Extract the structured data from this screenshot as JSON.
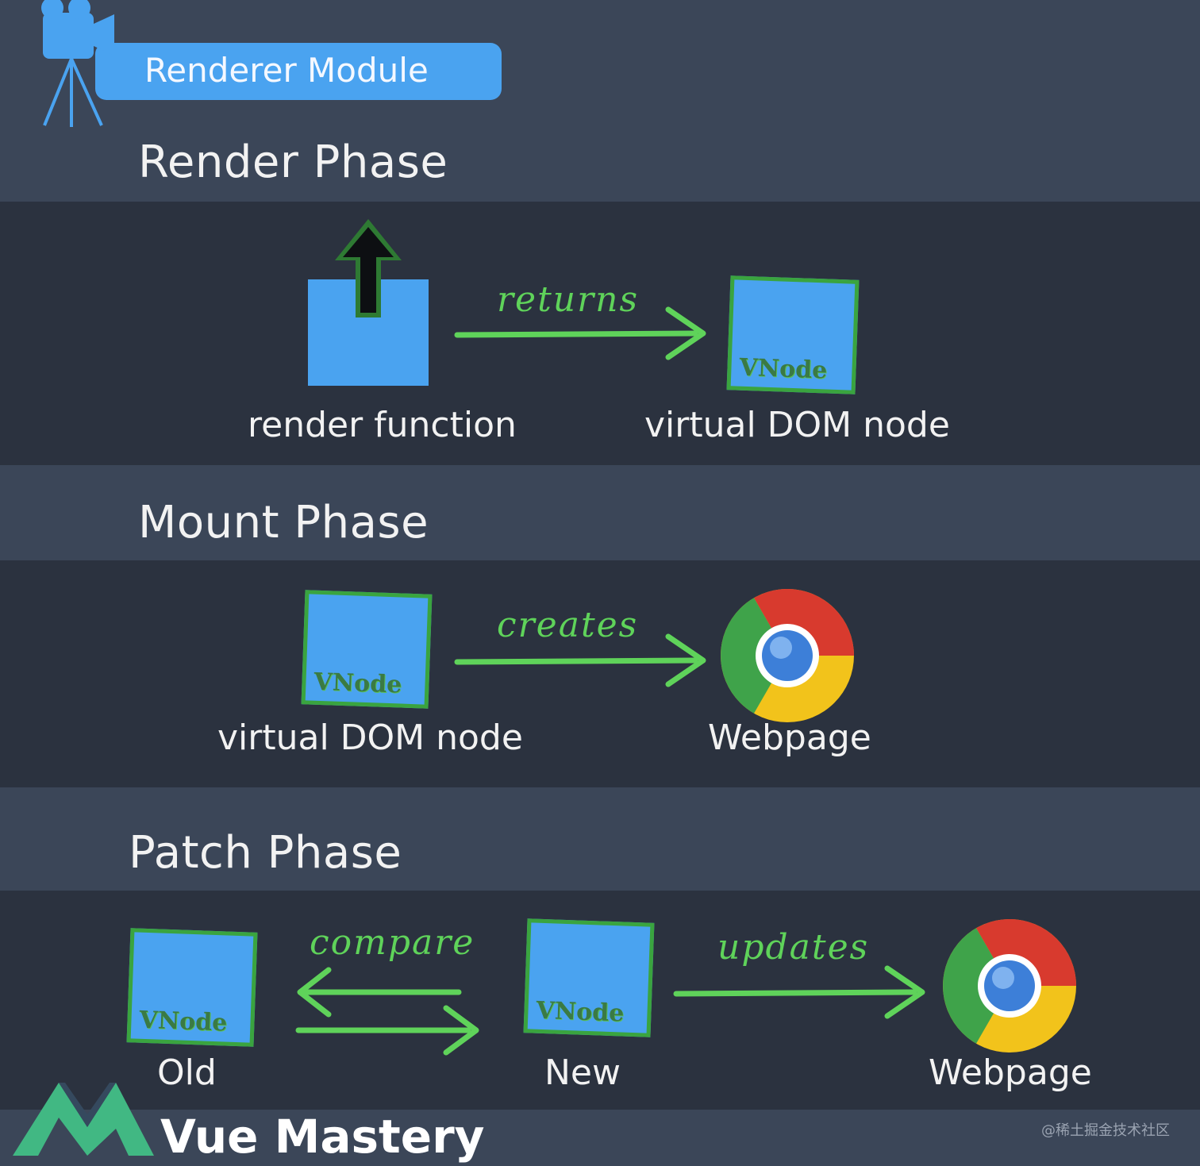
{
  "header": {
    "module_label": "Renderer Module"
  },
  "render_phase": {
    "title": "Render Phase",
    "left_caption": "render function",
    "arrow_label": "returns",
    "right_box_label": "VNode",
    "right_caption": "virtual DOM node"
  },
  "mount_phase": {
    "title": "Mount Phase",
    "left_box_label": "VNode",
    "left_caption": "virtual DOM node",
    "arrow_label": "creates",
    "right_caption": "Webpage"
  },
  "patch_phase": {
    "title": "Patch Phase",
    "old_box_label": "VNode",
    "old_caption": "Old",
    "compare_label": "compare",
    "new_box_label": "VNode",
    "new_caption": "New",
    "updates_label": "updates",
    "webpage_caption": "Webpage"
  },
  "footer": {
    "brand": "Vue Mastery",
    "watermark": "@稀土掘金技术社区"
  },
  "colors": {
    "background": "#3b4658",
    "band": "#2b323f",
    "box_blue": "#4aa3f0",
    "arrow_green": "#5fd35a"
  }
}
